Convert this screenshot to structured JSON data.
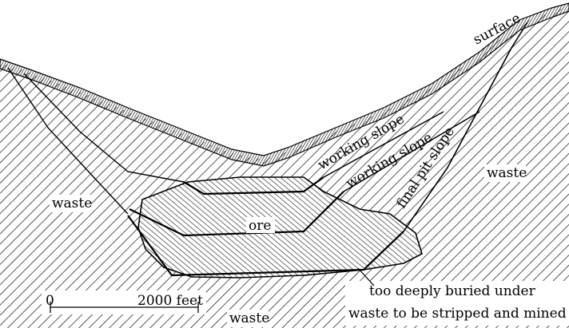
{
  "labels": {
    "surface": "surface",
    "working_slope_1": "working slope",
    "working_slope_2": "working slope",
    "final_pit_slope": "final pit slope",
    "waste_left": "waste",
    "waste_right": "waste",
    "waste_bottom": "waste",
    "ore": "ore",
    "note_line_1": "too deeply buried under",
    "note_line_2": "waste to be stripped and mined"
  },
  "scale_bar": {
    "start": "0",
    "end": "2000 feet"
  }
}
